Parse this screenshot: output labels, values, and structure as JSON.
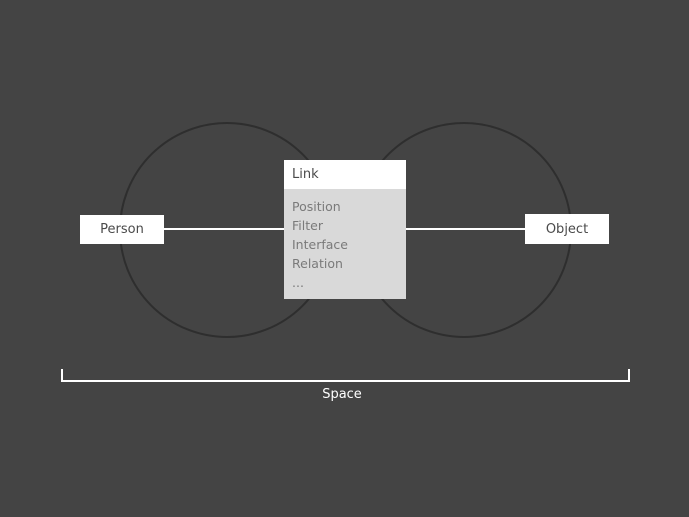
{
  "diagram": {
    "nodes": {
      "person": "Person",
      "object": "Object",
      "link": {
        "title": "Link",
        "properties": [
          "Position",
          "Filter",
          "Interface",
          "Relation",
          "..."
        ]
      }
    },
    "span_label": "Space"
  },
  "colors": {
    "background": "#444444",
    "circle_stroke": "#2e2e2e",
    "node_fill": "#ffffff",
    "link_body_fill": "#d9d9d9",
    "connector": "#ffffff"
  }
}
